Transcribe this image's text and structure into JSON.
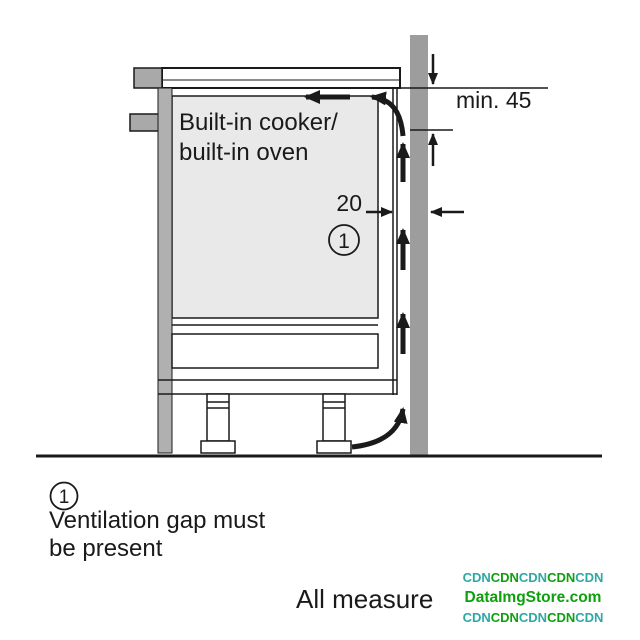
{
  "page": {
    "background": "#ffffff"
  },
  "diagram": {
    "labels": {
      "cooker_line1": "Built-in cooker/",
      "cooker_line2": "built-in oven",
      "min_distance": "min. 45",
      "gap_width": "20",
      "callout": "1"
    },
    "colors": {
      "line": "#1a1a1a",
      "wall_fill": "#9d9d9d",
      "side_panel_fill": "#b0b0b0",
      "cavity_fill": "#e9e9e9",
      "block_fill": "#a9a9a9",
      "white": "#ffffff"
    }
  },
  "legend": {
    "callout": "1",
    "line1": "Ventilation gap must",
    "line2": "be present"
  },
  "footer": {
    "text": "All measure"
  },
  "watermark": {
    "row_top": [
      "CDN",
      "CDN",
      "CDN",
      "CDN",
      "CDN"
    ],
    "brand": "DataImgStore.com",
    "row_bottom": [
      "CDN",
      "CDN",
      "CDN",
      "CDN",
      "CDN"
    ],
    "color_teal": "#2ea8a2",
    "color_green": "#0da00d"
  }
}
